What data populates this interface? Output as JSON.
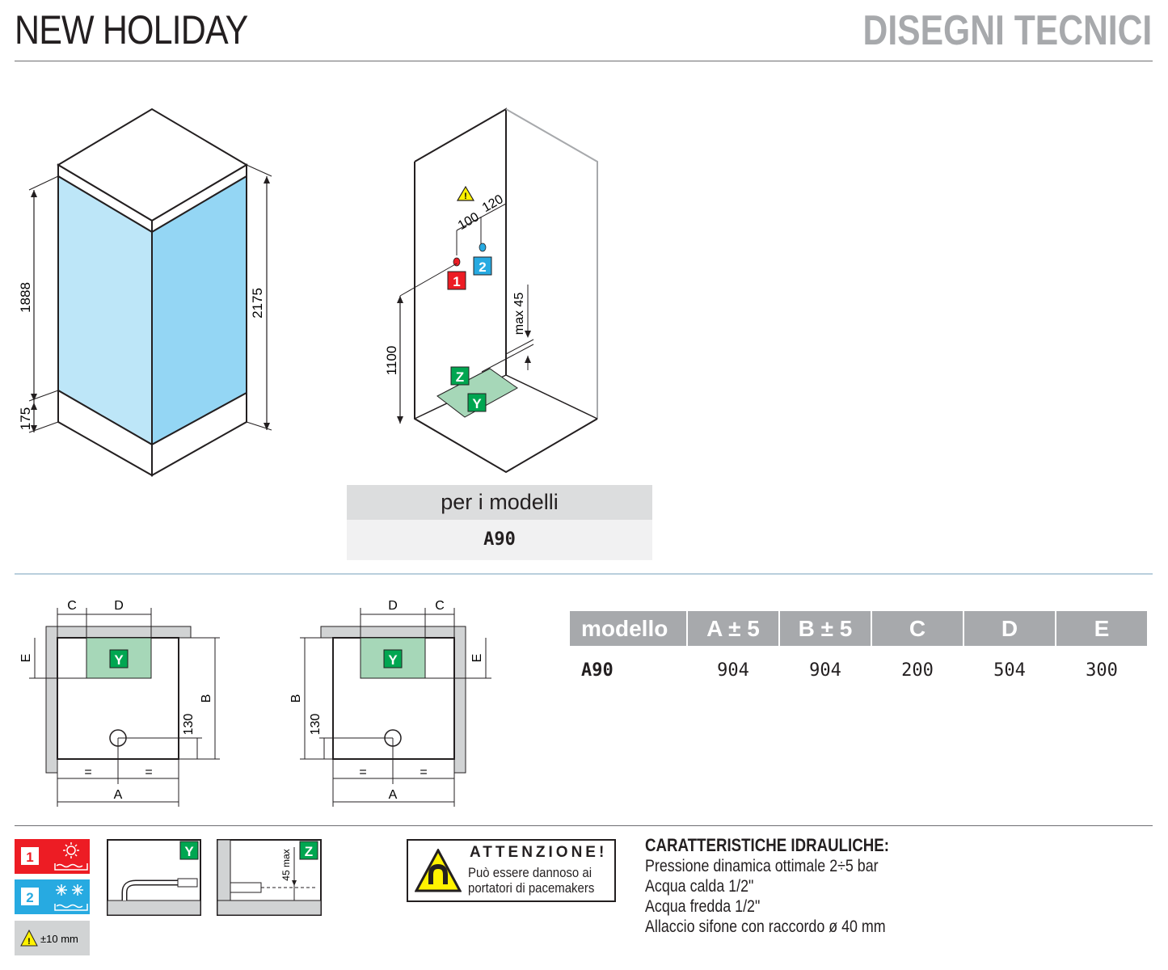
{
  "header": {
    "title": "NEW HOLIDAY",
    "section": "DISEGNI TECNICI"
  },
  "front_view": {
    "dim_body": "1888",
    "dim_base": "175",
    "dim_total": "2175"
  },
  "install_view": {
    "dim_hot": "100",
    "dim_cold": "120",
    "dim_height": "1100",
    "dim_max": "max 45",
    "marker_hot": "1",
    "marker_cold": "2",
    "marker_z": "Z",
    "marker_y": "Y"
  },
  "models": {
    "heading": "per i modelli",
    "value": "A90"
  },
  "plan_left": {
    "c": "C",
    "d": "D",
    "e": "E",
    "b": "B",
    "dim_130": "130",
    "eq": "=",
    "a": "A",
    "y": "Y"
  },
  "plan_right": {
    "c": "C",
    "d": "D",
    "e": "E",
    "b": "B",
    "dim_130": "130",
    "eq": "=",
    "a": "A",
    "y": "Y"
  },
  "spec_table": {
    "headers": [
      "modello",
      "A ± 5",
      "B ± 5",
      "C",
      "D",
      "E"
    ],
    "row": [
      "A90",
      "904",
      "904",
      "200",
      "504",
      "300"
    ]
  },
  "legend": {
    "hot": "1",
    "cold": "2",
    "tolerance": "±10 mm",
    "hot_color": "#ed1c24",
    "cold_color": "#27aae1",
    "tolerance_bg": "#d1d3d4"
  },
  "details": {
    "y_label": "Y",
    "z_label": "Z",
    "z_max": "45 max"
  },
  "warning": {
    "title": "ATTENZIONE!",
    "line1": "Può essere dannoso ai",
    "line2": "portatori di pacemakers"
  },
  "hydraulics": {
    "title": "CARATTERISTICHE IDRAULICHE:",
    "lines": [
      "Pressione dinamica ottimale 2÷5 bar",
      "Acqua calda 1/2\"",
      "Acqua fredda 1/2\"",
      "Allaccio sifone con raccordo ø 40 mm"
    ]
  },
  "colors": {
    "glass_left": "#bde6f8",
    "glass_right": "#94d6f4",
    "marker_green": "#00a651",
    "zone_green": "#a6d7b8"
  }
}
